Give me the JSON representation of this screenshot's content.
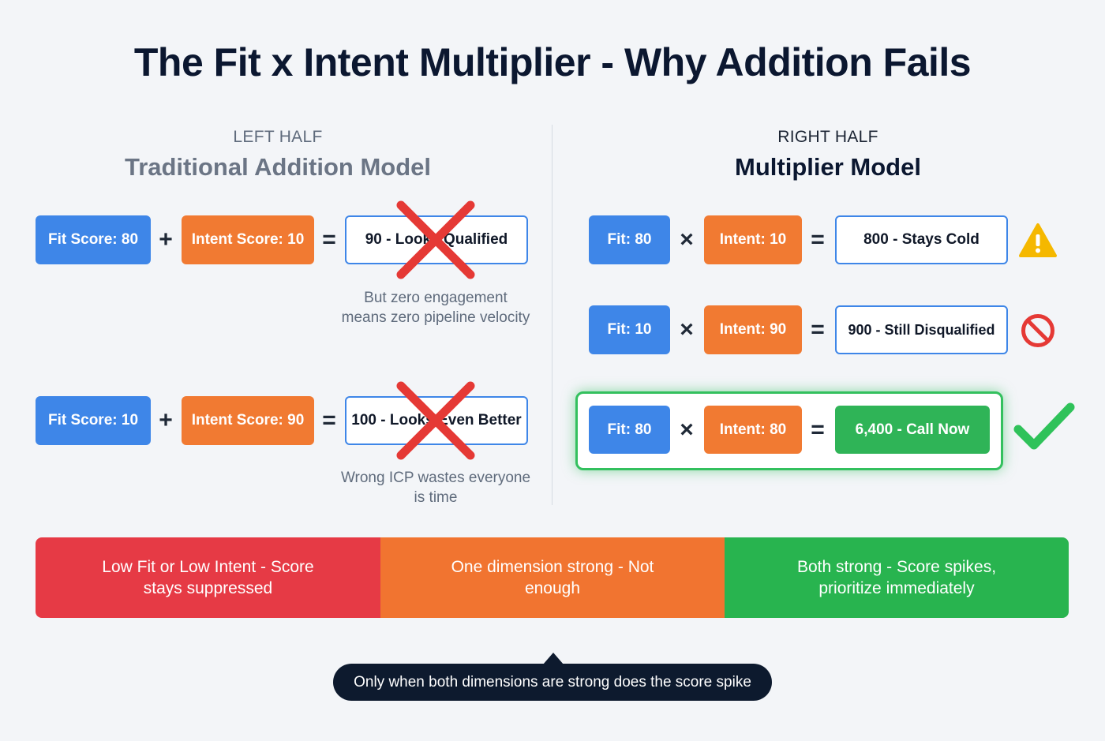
{
  "title": "The Fit x Intent Multiplier - Why Addition Fails",
  "left": {
    "label": "LEFT HALF",
    "title": "Traditional Addition Model",
    "rows": [
      {
        "fit": "Fit Score: 80",
        "operator": "+",
        "intent": "Intent Score: 10",
        "equals": "=",
        "result": "90 - Looks Qualified",
        "note_line1": "But zero engagement",
        "note_line2": "means zero pipeline velocity"
      },
      {
        "fit": "Fit Score: 10",
        "operator": "+",
        "intent": "Intent Score: 90",
        "equals": "=",
        "result": "100 - Looks Even Better",
        "note_line1": "Wrong ICP wastes everyone",
        "note_line2": "is time"
      }
    ]
  },
  "right": {
    "label": "RIGHT HALF",
    "title": "Multiplier Model",
    "rows": [
      {
        "fit": "Fit: 80",
        "operator": "×",
        "intent": "Intent: 10",
        "equals": "=",
        "result": "800 - Stays Cold",
        "icon": "warning-icon"
      },
      {
        "fit": "Fit: 10",
        "operator": "×",
        "intent": "Intent: 90",
        "equals": "=",
        "result": "900 - Still Disqualified",
        "icon": "prohibited-icon"
      },
      {
        "fit": "Fit: 80",
        "operator": "×",
        "intent": "Intent: 80",
        "equals": "=",
        "result": "6,400 - Call Now",
        "icon": "checkmark-icon"
      }
    ]
  },
  "bands": [
    {
      "text": "Low Fit or Low Intent - Score stays suppressed",
      "color": "#e63a45"
    },
    {
      "text": "One dimension strong - Not enough",
      "color": "#f17430"
    },
    {
      "text": "Both strong - Score spikes, prioritize immediately",
      "color": "#28b44f"
    }
  ],
  "callout": "Only when both dimensions are strong does the score spike",
  "colors": {
    "fit": "#3e86e8",
    "intent": "#f17a32",
    "success": "#2fb457",
    "reject": "#e53935",
    "warning": "#f5b800"
  }
}
